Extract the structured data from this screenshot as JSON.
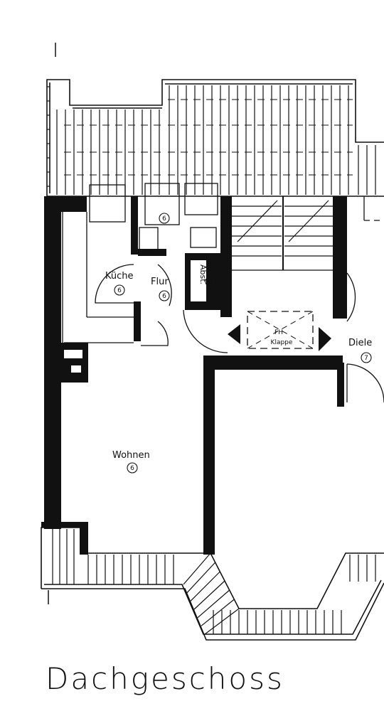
{
  "title": "Dachgeschoss",
  "colors": {
    "line": "#111111",
    "wall": "#111111",
    "paper": "#ffffff"
  },
  "rooms": {
    "kueche": {
      "name": "Küche",
      "number": "6"
    },
    "flur": {
      "name": "Flur",
      "number": "6"
    },
    "abst": {
      "name": "Abst.",
      "number": "6"
    },
    "bad": {
      "number": "6"
    },
    "wohnen": {
      "name": "Wohnen",
      "number": "6"
    },
    "diele": {
      "name": "Diele",
      "number": "7"
    }
  },
  "hatch": {
    "line1": "FH",
    "line2": "Klappe"
  }
}
